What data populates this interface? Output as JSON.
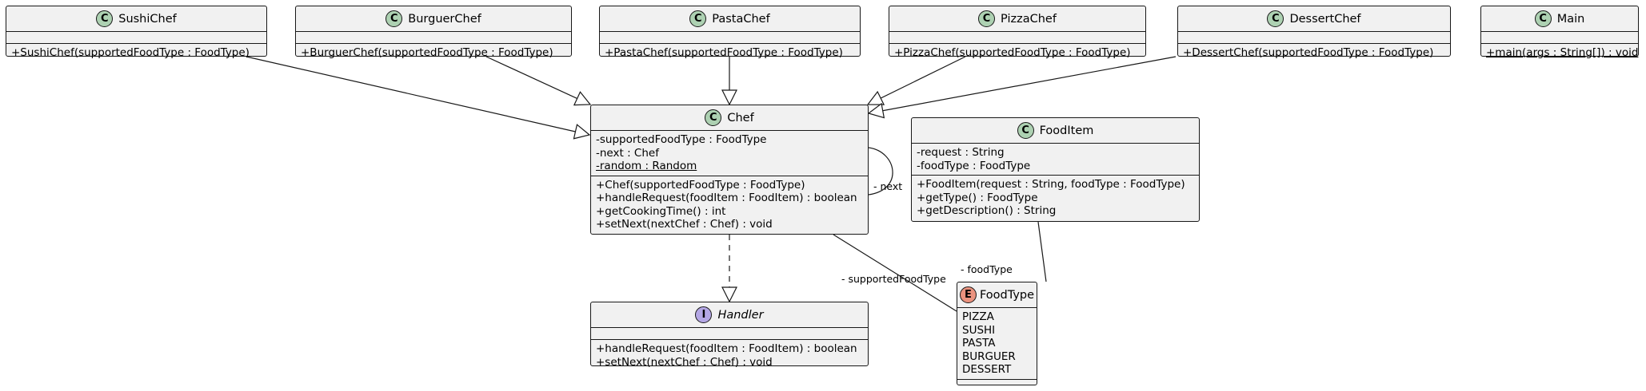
{
  "classes": {
    "sushi": {
      "name": "SushiChef",
      "methods": [
        "+SushiChef(supportedFoodType : FoodType)"
      ]
    },
    "burguer": {
      "name": "BurguerChef",
      "methods": [
        "+BurguerChef(supportedFoodType : FoodType)"
      ]
    },
    "pasta": {
      "name": "PastaChef",
      "methods": [
        "+PastaChef(supportedFoodType : FoodType)"
      ]
    },
    "pizza": {
      "name": "PizzaChef",
      "methods": [
        "+PizzaChef(supportedFoodType : FoodType)"
      ]
    },
    "dessert": {
      "name": "DessertChef",
      "methods": [
        "+DessertChef(supportedFoodType : FoodType)"
      ]
    },
    "main": {
      "name": "Main",
      "methods": [
        "+main(args : String[]) : void"
      ]
    },
    "chef": {
      "name": "Chef",
      "fields": [
        "-supportedFoodType : FoodType",
        "-next : Chef",
        "-random : Random"
      ],
      "methods": [
        "+Chef(supportedFoodType : FoodType)",
        "+handleRequest(foodItem : FoodItem) : boolean",
        "+getCookingTime() : int",
        "+setNext(nextChef : Chef) : void"
      ]
    },
    "fooditem": {
      "name": "FoodItem",
      "fields": [
        "-request : String",
        "-foodType : FoodType"
      ],
      "methods": [
        "+FoodItem(request : String, foodType : FoodType)",
        "+getType() : FoodType",
        "+getDescription() : String"
      ]
    },
    "handler": {
      "name": "Handler",
      "methods": [
        "+handleRequest(foodItem : FoodItem) : boolean",
        "+setNext(nextChef : Chef) : void"
      ]
    },
    "foodtype": {
      "name": "FoodType",
      "values": [
        "PIZZA",
        "SUSHI",
        "PASTA",
        "BURGUER",
        "DESSERT"
      ]
    }
  },
  "badges": {
    "class": "C",
    "interface": "I",
    "enum": "E"
  },
  "edge_labels": {
    "next": "- next",
    "chef_foodtype": "- supportedFoodType",
    "fooditem_foodtype": "- foodType"
  },
  "colors": {
    "box_fill": "#f1f1f1",
    "border": "#181818",
    "class_badge": "#add1b2",
    "interface_badge": "#b4a7e5",
    "enum_badge": "#eb937f"
  }
}
